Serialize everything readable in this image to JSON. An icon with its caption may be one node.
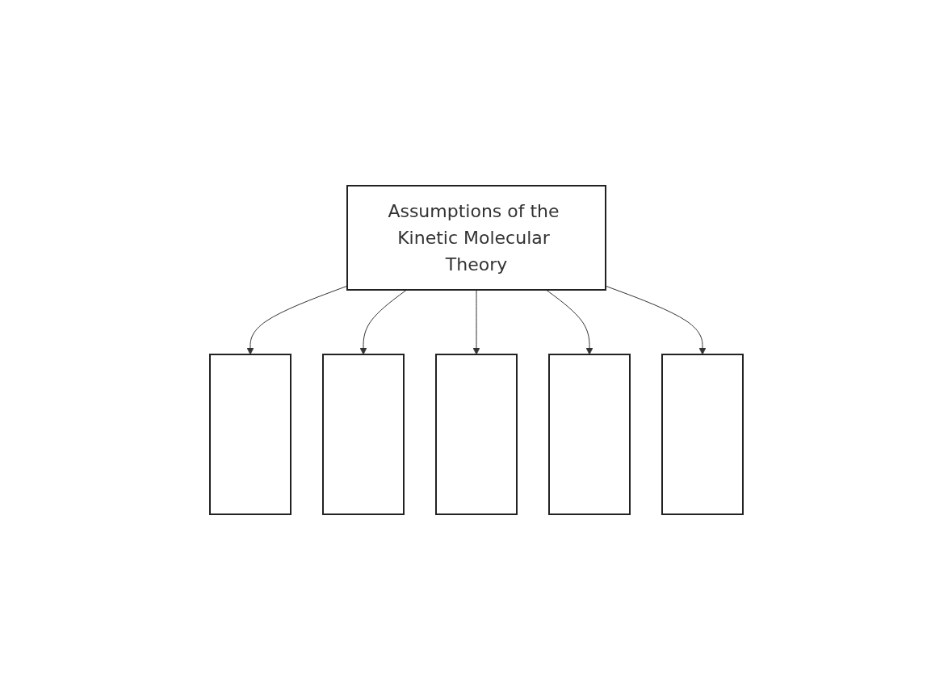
{
  "diagram": {
    "nodes": [
      {
        "text": [],
        "shape": "box"
      },
      {
        "text": [],
        "shape": "box"
      },
      {
        "text": [],
        "shape": "box"
      },
      {
        "text": [
          "Assumptions of the Kinetic Molecular Theory"
        ]
      },
      {
        "text": [],
        "shape": "box"
      },
      {
        "text": [],
        "shape": "box"
      }
    ],
    "edges": [
      {
        "from": 3,
        "to": 0,
        "arrow": "to"
      },
      {
        "from": 3,
        "to": 1,
        "arrow": "to"
      },
      {
        "from": 3,
        "to": 2,
        "arrow": "to"
      },
      {
        "from": 3,
        "to": 4,
        "arrow": "to"
      },
      {
        "from": 3,
        "to": 5,
        "arrow": "to"
      }
    ]
  }
}
